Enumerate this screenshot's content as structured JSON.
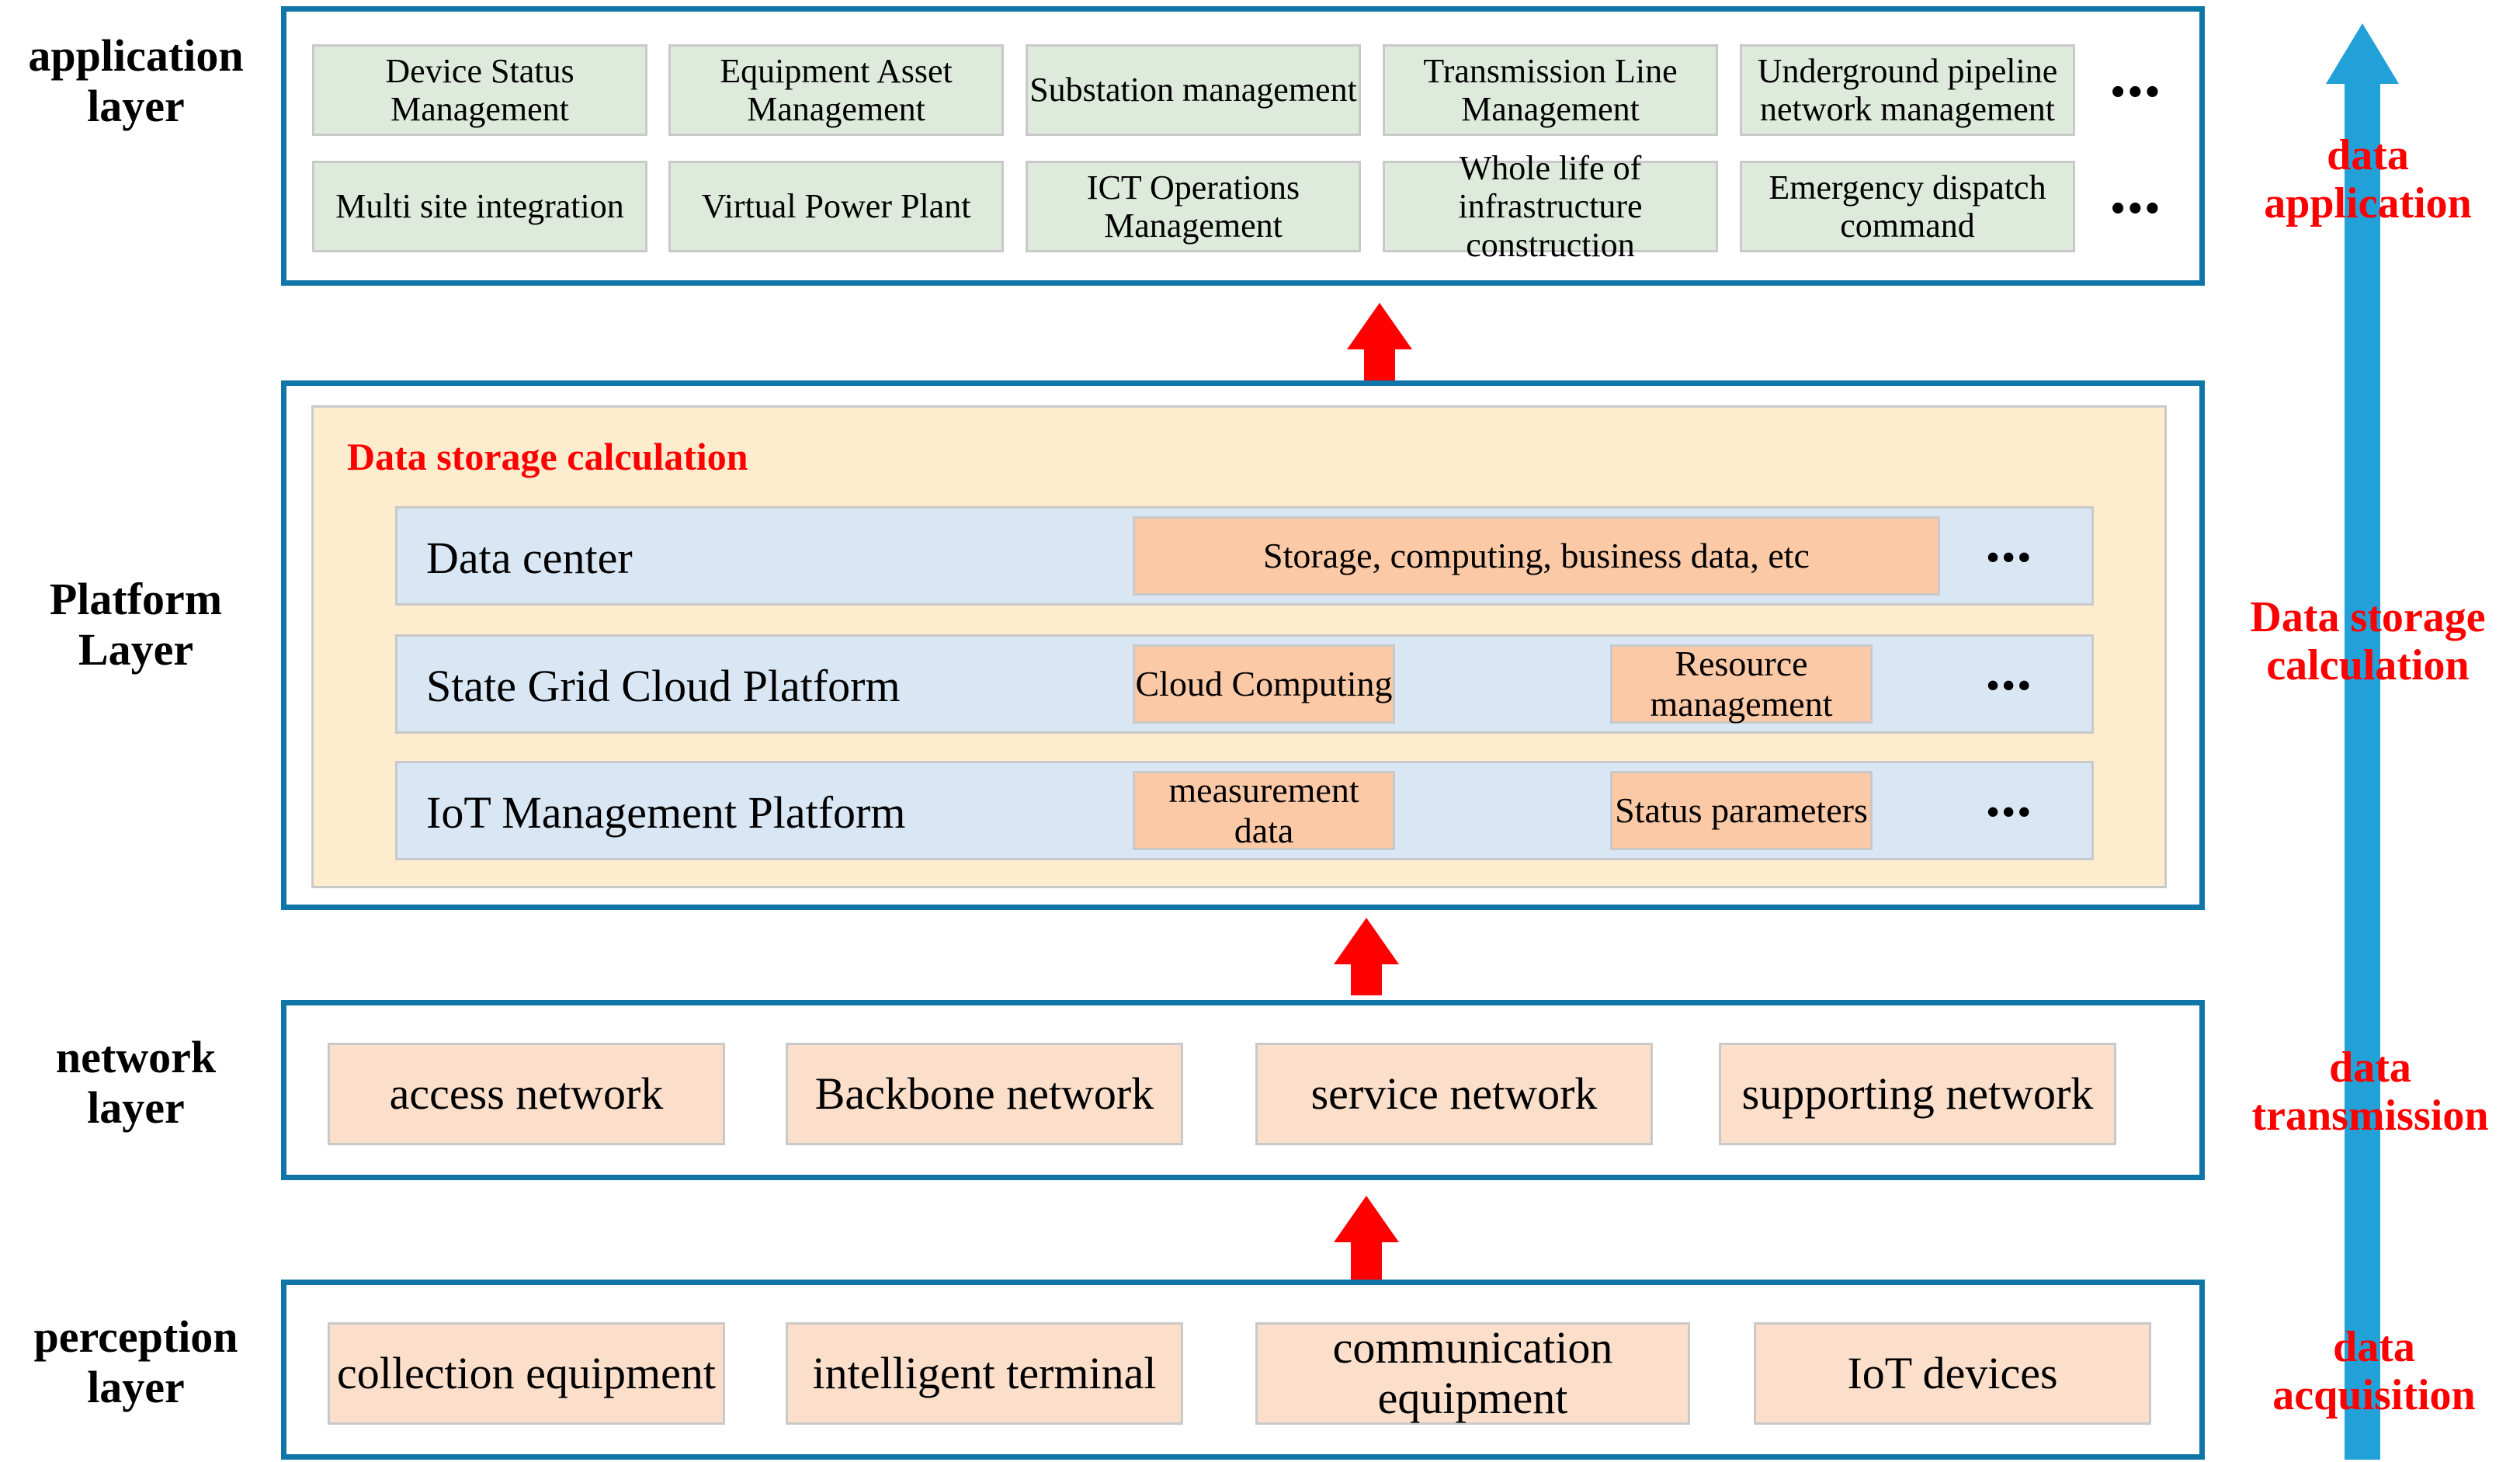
{
  "layers": [
    {
      "id": "application",
      "caption": "application\nlayer",
      "cards_row1": [
        "Device Status Management",
        "Equipment Asset Management",
        "Substation management",
        "Transmission Line Management",
        "Underground pipeline network management"
      ],
      "cards_row2": [
        "Multi site integration",
        "Virtual Power Plant",
        "ICT Operations Management",
        "Whole life of infrastructure construction",
        "Emergency dispatch command"
      ],
      "ellipsis_row1": "•••",
      "ellipsis_row2": "•••"
    },
    {
      "id": "platform",
      "caption": "Platform\nLayer",
      "panel_title": "Data storage calculation",
      "rows": [
        {
          "label": "Data center",
          "items": [
            "Storage, computing, business data, etc"
          ],
          "ellipsis": "•••"
        },
        {
          "label": "State Grid Cloud Platform",
          "items": [
            "Cloud Computing",
            "Resource management"
          ],
          "ellipsis": "•••"
        },
        {
          "label": "IoT Management Platform",
          "items": [
            "measurement data",
            "Status parameters"
          ],
          "ellipsis": "•••"
        }
      ]
    },
    {
      "id": "network",
      "caption": "network\nlayer",
      "cards": [
        "access network",
        "Backbone network",
        "service network",
        "supporting network"
      ]
    },
    {
      "id": "perception",
      "caption": "perception\nlayer",
      "cards": [
        "collection equipment",
        "intelligent terminal",
        "communication equipment",
        "IoT devices"
      ]
    }
  ],
  "flow": {
    "labels": [
      "data application",
      "Data storage calculation",
      "data transmission",
      "data acquisition"
    ],
    "arrow_color": "#22A0D8",
    "label_color": "#FF0000"
  },
  "colors": {
    "layer_border": "#1076A8",
    "application_card": "#DEEBDC",
    "peach_card": "#FBDFCB",
    "platform_panel": "#FDEDCE",
    "platform_row": "#D9E7F5",
    "platform_item": "#FBC9A6",
    "connector_arrow": "#FF0000"
  }
}
